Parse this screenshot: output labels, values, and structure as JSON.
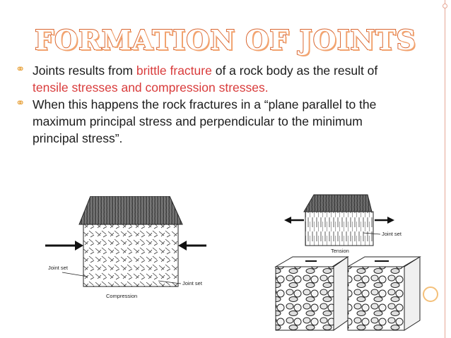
{
  "slide": {
    "title": "FORMATION OF JOINTS",
    "accent_color": "#d9652f",
    "highlight_color": "#d93b3b",
    "bullet_icon": "ring-bullet-icon",
    "bullets": [
      {
        "part1": "Joints results from ",
        "hl1": "brittle fracture",
        "part2": " of a rock body as the result of ",
        "hl2": "tensile stresses and compression stresses."
      },
      {
        "text": "When this happens the rock fractures in a “plane parallel to the maximum principal stress and perpendicular to the minimum principal stress”."
      }
    ]
  },
  "figure_left": {
    "label_joint_set_left": "Joint set",
    "label_joint_set_right": "Joint set",
    "caption": "Compression"
  },
  "figure_right": {
    "label_joint_set": "Joint set",
    "caption": "Tension"
  }
}
